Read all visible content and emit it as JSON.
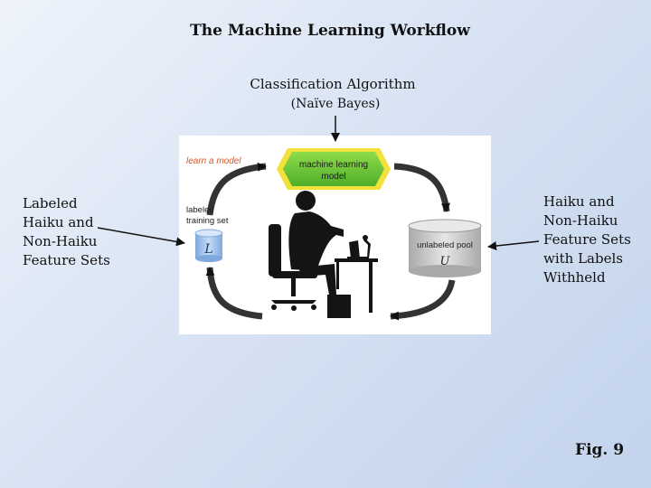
{
  "title": "The Machine Learning Workflow",
  "algorithm": {
    "title": "Classification Algorithm",
    "subtitle": "(Naïve Bayes)"
  },
  "left_label": [
    "Labeled",
    "Haiku and",
    "Non-Haiku",
    "Feature Sets"
  ],
  "right_label": [
    "Haiku and",
    "Non-Haiku",
    "Feature Sets",
    "with Labels",
    "Withheld"
  ],
  "figure_label": "Fig. 9",
  "diagram": {
    "learn_label": "learn a model",
    "model_label": [
      "machine learning",
      "model"
    ],
    "training_set_label": [
      "labeled",
      "training set"
    ],
    "training_set_symbol": "L",
    "pool_label": "unlabeled pool",
    "pool_symbol": "U"
  },
  "colors": {
    "accent_orange": "#d8572a",
    "model_green": "#6cc53a",
    "model_yellow": "#f2e13a",
    "cylinder_blue": "#a9c6ee",
    "cylinder_gray": "#c8c8c8",
    "arrow_dark": "#333333"
  }
}
